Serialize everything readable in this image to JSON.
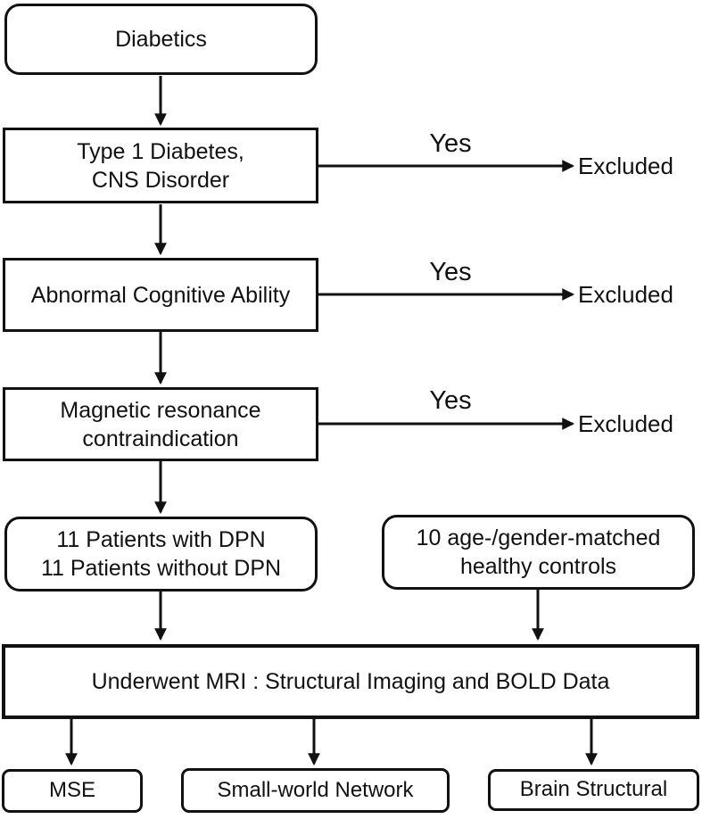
{
  "flowchart": {
    "labels": {
      "yes": "Yes",
      "excluded": "Excluded"
    },
    "nodes": {
      "diabetics": {
        "label": "Diabetics"
      },
      "type1_cns": {
        "label": "Type 1 Diabetes,\nCNS Disorder"
      },
      "cognitive": {
        "label": "Abnormal Cognitive Ability"
      },
      "mr_contra": {
        "label": "Magnetic resonance\ncontraindication"
      },
      "patients": {
        "label": "11 Patients with DPN\n11 Patients without DPN"
      },
      "controls": {
        "label": "10 age-/gender-matched\nhealthy controls"
      },
      "mri": {
        "label": "Underwent MRI : Structural Imaging and BOLD Data"
      },
      "mse": {
        "label": "MSE"
      },
      "small_world": {
        "label": "Small-world Network"
      },
      "brain": {
        "label": "Brain Structural"
      }
    }
  }
}
